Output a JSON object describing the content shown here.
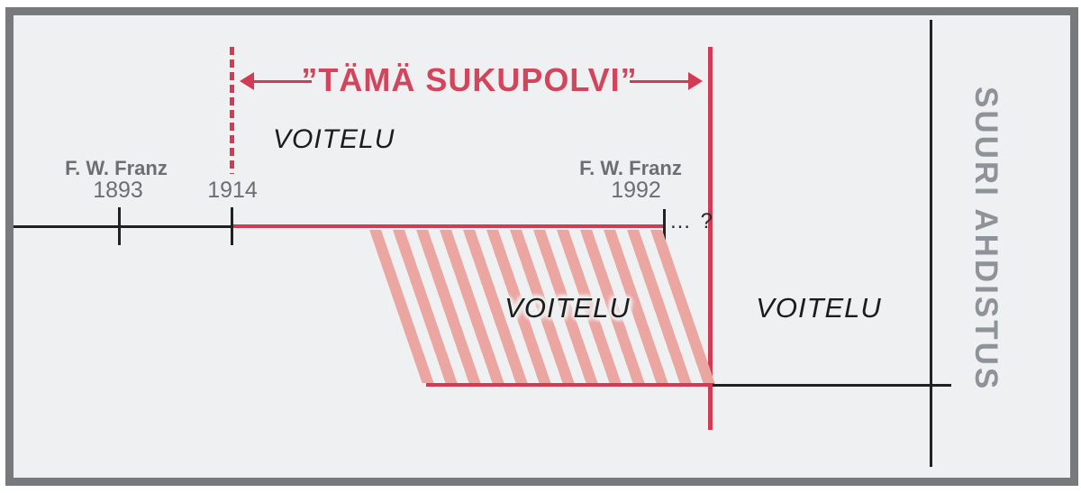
{
  "diagram": {
    "generation_span_label": "”TÄMÄ SUKUPOLVI”",
    "anointing_label_1": "VOITELU",
    "anointing_label_2": "VOITELU",
    "anointing_label_3": "VOITELU",
    "left_person_name": "F. W. Franz",
    "left_person_year": "1893",
    "start_year": "1914",
    "right_person_name": "F. W. Franz",
    "right_person_year": "1992",
    "continuation_label": "… ?",
    "tribulation_label": "SUURI AHDISTUS"
  },
  "colors": {
    "accent_red": "#d23b53",
    "accent_red_text": "#d2455c",
    "stripe_pink": "#eca6a2",
    "frame_gray": "#77797c",
    "person_text_gray": "#6d6e71",
    "tribulation_text_gray": "#8d9399",
    "line_black": "#212121",
    "background": "#eef0f1"
  }
}
